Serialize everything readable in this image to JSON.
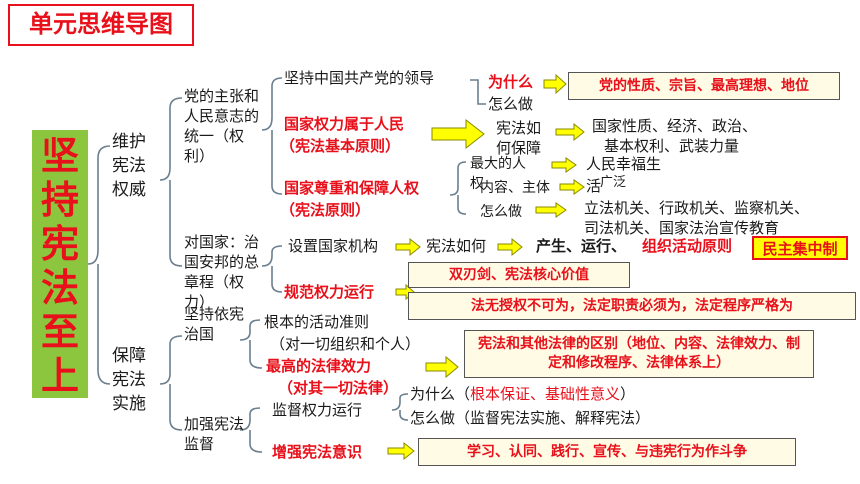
{
  "title": "单元思维导图",
  "main": "坚持宪法至上",
  "n1": "维护宪法权威",
  "n2": "保障宪法实施",
  "a1": "党的主张和人民意志的统一（权利）",
  "a2": "对国家：治国安邦的总章程（权力）",
  "b1": "坚持依宪治国",
  "b2": "加强宪法监督",
  "t1": "坚持中国共产党的领导",
  "t1_why": "为什么",
  "t1_why_ans": "党的性质、宗旨、最高理想、地位",
  "t1_how": "怎么做",
  "t2_l1": "国家权力属于人民",
  "t2_l2": "（宪法基本原则）",
  "t2_mid": "宪法如何保障",
  "t2_ans1": "国家性质、经济、政治、",
  "t2_ans2": "基本权利、武装力量",
  "t3_l1": "国家尊重和保障人权",
  "t3_l2": "（宪法原则）",
  "t3_q1a": "最大的人",
  "t3_q1b": "权",
  "t3_a1": "人民幸福生",
  "t3_q2": "内容、主体",
  "t3_a2": "活",
  "t3_a2b": "广泛",
  "t3_q3": "怎么做",
  "t3_a3_1": "立法机关、行政机关、监察机关、",
  "t3_a3_2": "司法机关、国家法治宣传教育",
  "u1": "设置国家机构",
  "u1_mid": "宪法如何",
  "u1_ans": "产生、运行、",
  "u1_ans_red": "组织活动原则",
  "u1_box": "民主集中制",
  "u2": "规范权力运行",
  "u2_box1": "双刃剑、宪法核心价值",
  "u2_box2": "法无授权不可为，法定职责必须为，法定程序严格为",
  "v1": "根本的活动准则",
  "v2": "（对一切组织和个人）",
  "v3_l1": "最高的法律效力",
  "v3_l2": "（对其一切法律）",
  "v3_box": "宪法和其他法律的区别（地位、内容、法律效力、制定和修改程序、法律体系上）",
  "w1": "监督权力运行",
  "w1_why": "为什么（",
  "w1_why_red": "根本保证、基础性意义",
  "w1_why_end": "）",
  "w1_how": "怎么做（监督宪法实施、解释宪法）",
  "w2": "增强宪法意识",
  "w2_box": "学习、认同、践行、宣传、与违宪行为作斗争",
  "colors": {
    "red": "#e8101a",
    "green": "#8cc63f",
    "arrow_fill": "#ffff00",
    "arrow_stroke": "#8a8a00",
    "line": "#6b7f8e"
  }
}
